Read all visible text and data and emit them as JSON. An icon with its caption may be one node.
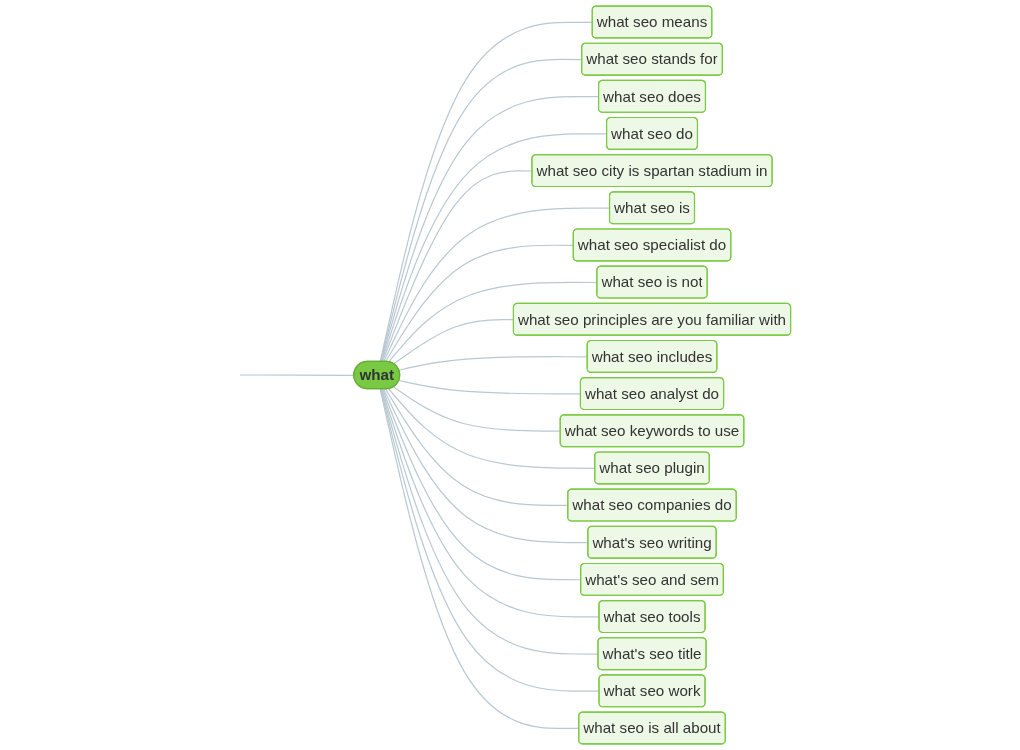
{
  "diagram": {
    "nodes": [
      {
        "text": [
          "what"
        ]
      },
      {
        "text": [
          "what seo means"
        ]
      },
      {
        "text": [
          "what seo stands for"
        ]
      },
      {
        "text": [
          "what seo does"
        ]
      },
      {
        "text": [
          "what seo do"
        ]
      },
      {
        "text": [
          "what seo city is spartan stadium in"
        ]
      },
      {
        "text": [
          "what seo is"
        ]
      },
      {
        "text": [
          "what seo specialist do"
        ]
      },
      {
        "text": [
          "what seo is not"
        ]
      },
      {
        "text": [
          "what seo principles are you familiar with"
        ]
      },
      {
        "text": [
          "what seo includes"
        ]
      },
      {
        "text": [
          "what seo analyst do"
        ]
      },
      {
        "text": [
          "what seo keywords to use"
        ]
      },
      {
        "text": [
          "what seo plugin"
        ]
      },
      {
        "text": [
          "what seo companies do"
        ]
      },
      {
        "text": [
          "what's seo writing"
        ]
      },
      {
        "text": [
          "what's seo and sem"
        ]
      },
      {
        "text": [
          "what seo tools"
        ]
      },
      {
        "text": [
          "what's seo title"
        ]
      },
      {
        "text": [
          "what seo work"
        ]
      },
      {
        "text": [
          "what seo is all about"
        ]
      }
    ],
    "edges": [
      {
        "from": null,
        "to": 0,
        "arrow": "none"
      },
      {
        "from": 0,
        "to": 1,
        "arrow": "none"
      },
      {
        "from": 0,
        "to": 2,
        "arrow": "none"
      },
      {
        "from": 0,
        "to": 3,
        "arrow": "none"
      },
      {
        "from": 0,
        "to": 4,
        "arrow": "none"
      },
      {
        "from": 0,
        "to": 5,
        "arrow": "none"
      },
      {
        "from": 0,
        "to": 6,
        "arrow": "none"
      },
      {
        "from": 0,
        "to": 7,
        "arrow": "none"
      },
      {
        "from": 0,
        "to": 8,
        "arrow": "none"
      },
      {
        "from": 0,
        "to": 9,
        "arrow": "none"
      },
      {
        "from": 0,
        "to": 10,
        "arrow": "none"
      },
      {
        "from": 0,
        "to": 11,
        "arrow": "none"
      },
      {
        "from": 0,
        "to": 12,
        "arrow": "none"
      },
      {
        "from": 0,
        "to": 13,
        "arrow": "none"
      },
      {
        "from": 0,
        "to": 14,
        "arrow": "none"
      },
      {
        "from": 0,
        "to": 15,
        "arrow": "none"
      },
      {
        "from": 0,
        "to": 16,
        "arrow": "none"
      },
      {
        "from": 0,
        "to": 17,
        "arrow": "none"
      },
      {
        "from": 0,
        "to": 18,
        "arrow": "none"
      },
      {
        "from": 0,
        "to": 19,
        "arrow": "none"
      },
      {
        "from": 0,
        "to": 20,
        "arrow": "none"
      }
    ]
  }
}
